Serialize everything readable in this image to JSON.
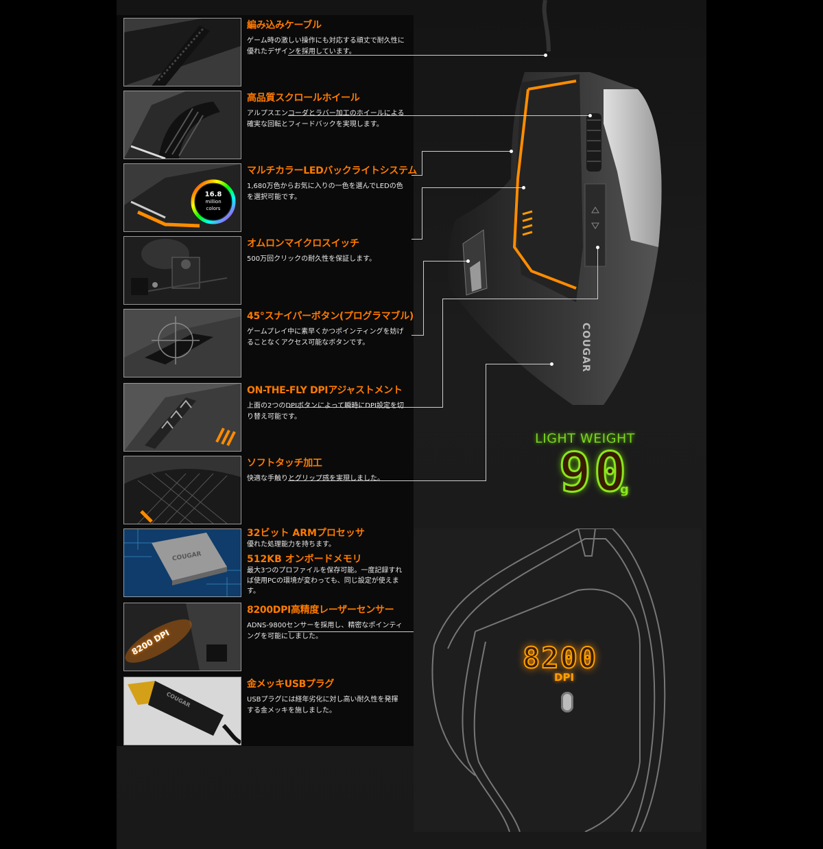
{
  "features": [
    {
      "title": "編み込みケーブル",
      "desc": "ゲーム時の激しい操作にも対応する頑丈で耐久性に優れたデザインを採用しています。",
      "icon": "braided-cable"
    },
    {
      "title": "高品質スクロールホイール",
      "desc": "アルプスエンコーダとラバー加工のホイールによる確実な回転とフィードバックを実現します。",
      "icon": "scroll-wheel"
    },
    {
      "title": "マルチカラーLEDバックライトシステム",
      "desc": "1,680万色からお気に入りの一色を選んでLEDの色を選択可能です。",
      "icon": "led-backlight",
      "badge_num": "16.8",
      "badge_line1": "million",
      "badge_line2": "colors"
    },
    {
      "title": "オムロンマイクロスイッチ",
      "desc": "500万回クリックの耐久性を保証します。",
      "icon": "micro-switch"
    },
    {
      "title": "45°スナイパーボタン(プログラマブル)",
      "desc": "ゲームプレイ中に素早くかつポインティングを妨げることなくアクセス可能なボタンです。",
      "icon": "sniper-button"
    },
    {
      "title": "ON-THE-FLY DPIアジャストメント",
      "desc": "上面の2つのDPIボタンによって瞬時にDPI設定を切り替え可能です。",
      "icon": "dpi-buttons"
    },
    {
      "title": "ソフトタッチ加工",
      "desc": "快適な手触りとグリップ感を実現しました。",
      "icon": "soft-touch"
    },
    {
      "title": "32ビット ARMプロセッサ",
      "desc": "優れた処理能力を持ちます。",
      "title2": "512KB オンボードメモリ",
      "desc2": "最大3つのプロファイルを保存可能。一度記録すれば使用PCの環境が変わっても、同じ設定が使えます。",
      "icon": "arm-processor",
      "chip_brand": "COUGAR"
    },
    {
      "title": "8200DPI高精度レーザーセンサー",
      "desc": "ADNS-9800センサーを採用し、精密なポインティングを可能にしました。",
      "icon": "laser-sensor",
      "thumb_text": "8200 DPI"
    },
    {
      "title": "金メッキUSBプラグ",
      "desc": "USBプラグには経年劣化に対し高い耐久性を発揮する金メッキを施しました。",
      "icon": "usb-plug",
      "plug_brand": "COUGAR"
    }
  ],
  "mouse_brand": "COUGAR",
  "light_weight": {
    "label": "LIGHT WEIGHT",
    "value": "90",
    "unit": "g"
  },
  "dpi": {
    "value": "8200",
    "unit": "DPI"
  },
  "colors": {
    "accent": "#ff7a00",
    "green": "#8be61e",
    "amber": "#ffa000"
  }
}
